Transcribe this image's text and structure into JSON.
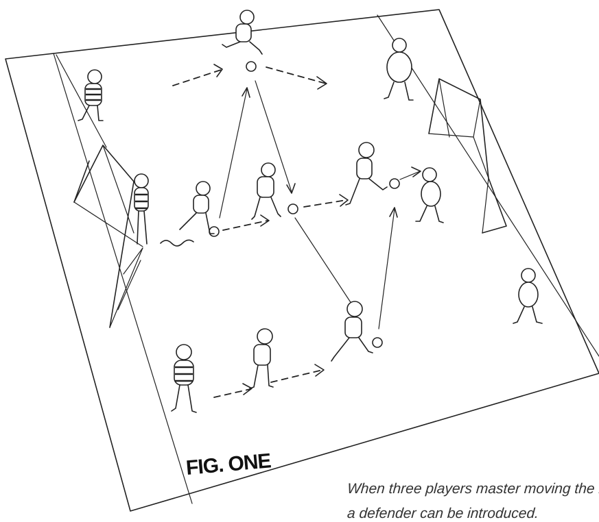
{
  "figure": {
    "label": "FIG. ONE",
    "caption_line_1": "When three players master moving the ball as",
    "caption_line_2": "a defender can be introduced."
  },
  "colors": {
    "ink": "#222222",
    "paper": "#ffffff",
    "caption": "#333333"
  },
  "players": [
    {
      "name": "striped-player-top-left",
      "style": "striped"
    },
    {
      "name": "striped-player-left-goal",
      "style": "striped"
    },
    {
      "name": "striped-player-bottom-left",
      "style": "striped"
    },
    {
      "name": "player-top-center",
      "style": "plain"
    },
    {
      "name": "player-dribbling-left",
      "style": "plain"
    },
    {
      "name": "player-center",
      "style": "plain"
    },
    {
      "name": "player-kicking-right",
      "style": "plain"
    },
    {
      "name": "player-bottom-center",
      "style": "plain"
    },
    {
      "name": "player-bottom-kicking",
      "style": "plain"
    },
    {
      "name": "goalkeeper-top-right",
      "style": "plain"
    },
    {
      "name": "defender-right",
      "style": "plain"
    },
    {
      "name": "player-right-sideline",
      "style": "plain"
    }
  ]
}
